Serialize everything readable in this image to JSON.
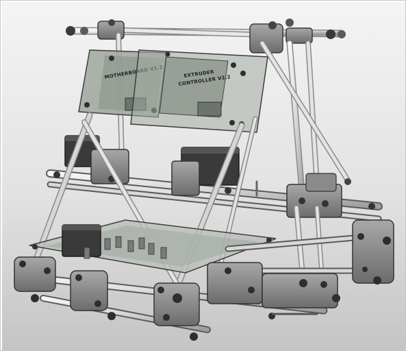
{
  "boards": {
    "left_label": "MOTHERBOARD V1.2",
    "right_label_line1": "EXTRUDER",
    "right_label_line2": "CONTROLLER V2.2"
  },
  "colors": {
    "background_light": "#f2f2f2",
    "background_dark": "#bdbdbd",
    "part_dark": "#7a7a7a",
    "part_mid": "#9a9a9a",
    "rod": "#e6e6e6",
    "board": "#9aa39a",
    "motor": "#3a3a3a"
  }
}
